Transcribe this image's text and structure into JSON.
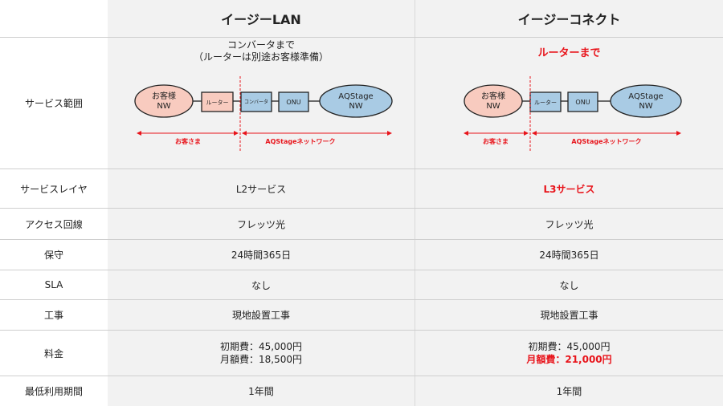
{
  "columns": {
    "easy_lan": "イージーLAN",
    "easy_connect": "イージーコネクト"
  },
  "rows": {
    "service_scope": {
      "label": "サービス範囲",
      "easy_lan_caption_1": "コンバータまで",
      "easy_lan_caption_2": "（ルーターは別途お客様準備）",
      "easy_connect_caption": "ルーターまで"
    },
    "service_layer": {
      "label": "サービスレイヤ",
      "easy_lan": "L2サービス",
      "easy_connect": "L3サービス"
    },
    "access_line": {
      "label": "アクセス回線",
      "easy_lan": "フレッツ光",
      "easy_connect": "フレッツ光"
    },
    "maintenance": {
      "label": "保守",
      "easy_lan": "24時間365日",
      "easy_connect": "24時間365日"
    },
    "sla": {
      "label": "SLA",
      "easy_lan": "なし",
      "easy_connect": "なし"
    },
    "construction": {
      "label": "工事",
      "easy_lan": "現地設置工事",
      "easy_connect": "現地設置工事"
    },
    "fee": {
      "label": "料金",
      "easy_lan_initial": "初期費：45,000円",
      "easy_lan_monthly": "月額費：18,500円",
      "easy_connect_initial": "初期費：45,000円",
      "easy_connect_monthly": "月額費：21,000円"
    },
    "min_term": {
      "label": "最低利用期間",
      "easy_lan": "1年間",
      "easy_connect": "1年間"
    }
  },
  "diagram": {
    "customer_nw_1": "お客様",
    "customer_nw_2": "NW",
    "router": "ルーター",
    "converter": "コンバータ",
    "onu": "ONU",
    "aqstage_nw_1": "AQStage",
    "aqstage_nw_2": "NW",
    "customer_side": "お客さま",
    "aqstage_side": "AQStageネットワーク"
  },
  "colors": {
    "accent_red": "#e8141b",
    "customer_fill": "#f8cbbf",
    "network_fill": "#a9cbe4",
    "stroke": "#222222"
  }
}
